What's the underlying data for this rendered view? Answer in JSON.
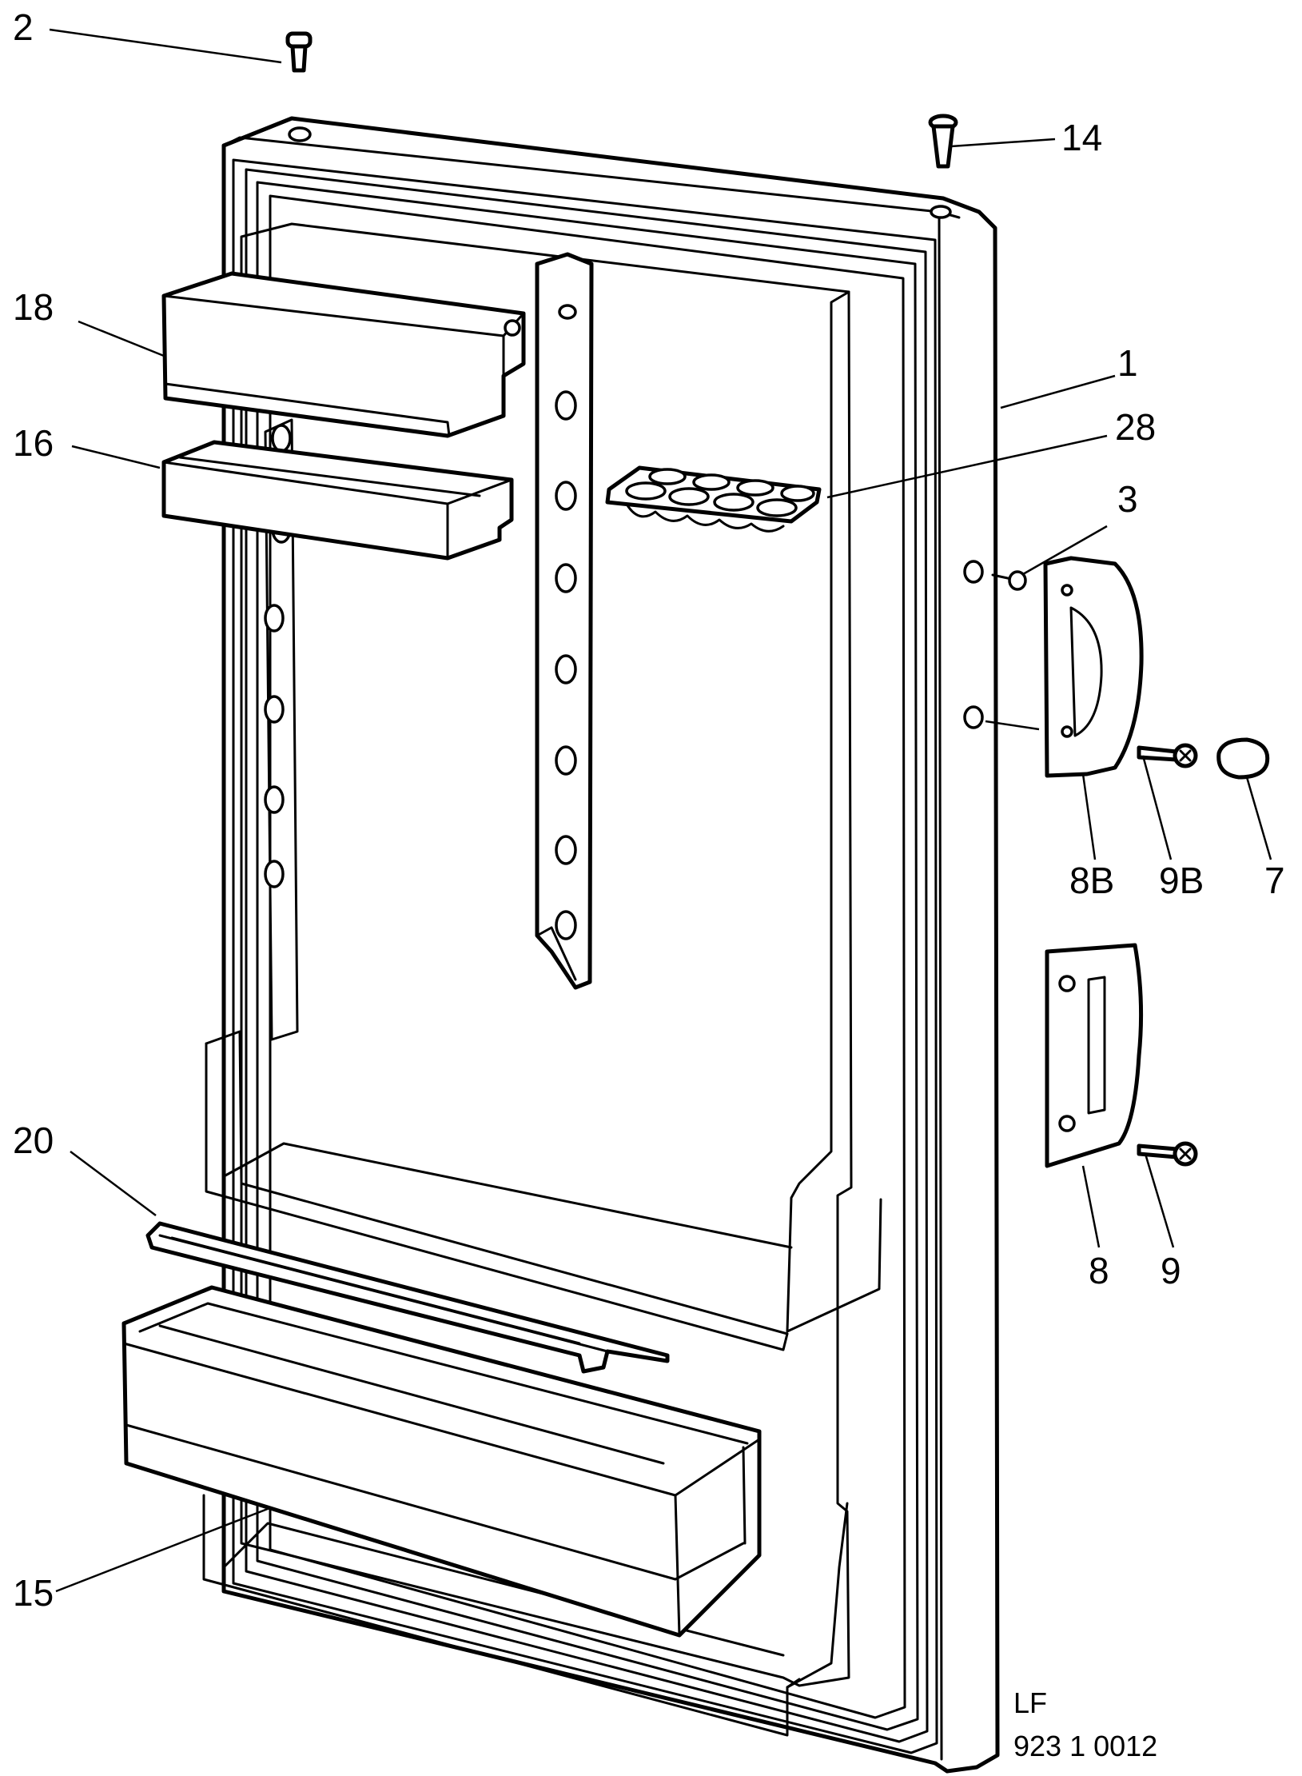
{
  "callouts": {
    "c1": "1",
    "c2": "2",
    "c3": "3",
    "c7": "7",
    "c8": "8",
    "c8b": "8B",
    "c9": "9",
    "c9b": "9B",
    "c14": "14",
    "c15": "15",
    "c16": "16",
    "c18": "18",
    "c20": "20",
    "c28": "28"
  },
  "reference": {
    "line1": "LF",
    "line2": "923 1 0012"
  },
  "colors": {
    "ink": "#000000",
    "paper": "#ffffff"
  }
}
